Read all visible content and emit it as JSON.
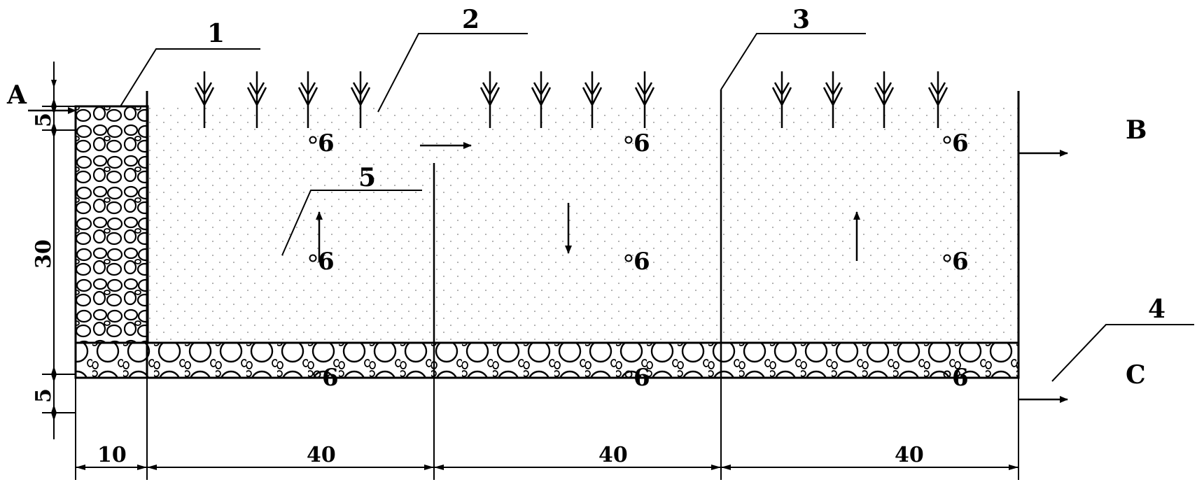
{
  "callouts": {
    "c1": "1",
    "c2": "2",
    "c3": "3",
    "c4": "4",
    "c5": "5"
  },
  "ports": {
    "inlet": "A",
    "outlet_b": "B",
    "outlet_c": "C"
  },
  "dimensions": {
    "top_layer": "5",
    "main_depth": "30",
    "bottom_layer": "5",
    "inlet_width": "10",
    "cell_1_width": "40",
    "cell_2_width": "40",
    "cell_3_width": "40"
  },
  "sampling_points": {
    "p1": "6",
    "p2": "6",
    "p3": "6",
    "p4": "6",
    "p5": "6",
    "p6": "6",
    "p7": "6",
    "p8": "6",
    "p9": "6"
  },
  "colors": {
    "line": "#000000",
    "background": "#ffffff",
    "sand_dots": "#9a9a9a"
  }
}
